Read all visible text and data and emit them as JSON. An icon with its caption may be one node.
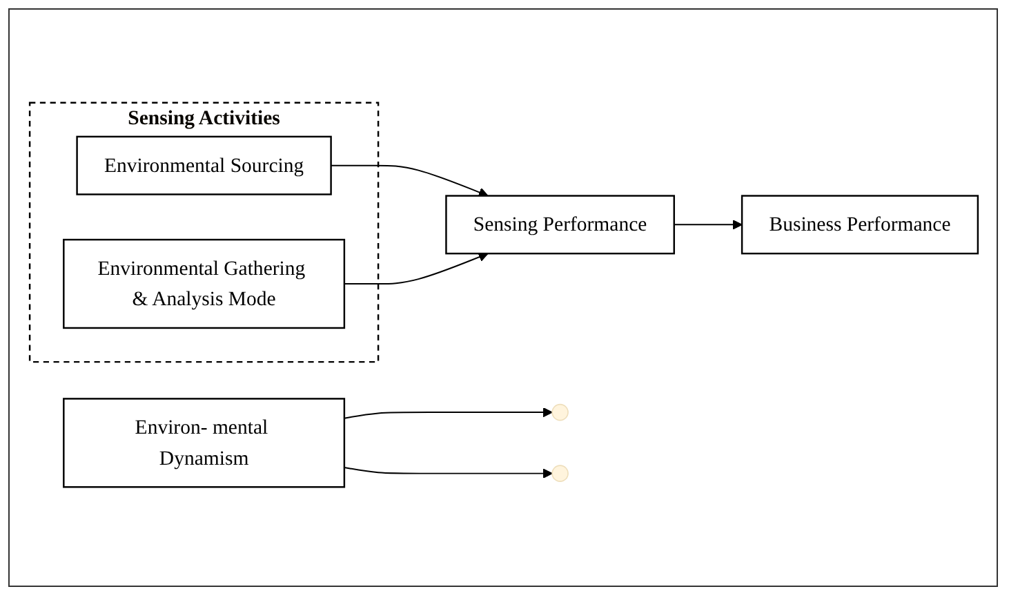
{
  "diagram": {
    "nodes": [
      {
        "text": [
          "Sensing Activities"
        ]
      },
      {
        "text": [
          "Environmental Sourcing"
        ],
        "in": 0
      },
      {
        "text": [
          "Environmental Gathering & Analysis Mode"
        ],
        "in": 0
      },
      {
        "text": [
          "Environ- mental Dynamism"
        ]
      },
      {
        "text": [
          "Sensing Performance"
        ]
      },
      {
        "text": [
          "Business Performance"
        ]
      }
    ],
    "edges": [
      {
        "from": 3,
        "to": null,
        "arrow": "to"
      },
      {
        "from": 3,
        "to": null,
        "arrow": "to"
      },
      {
        "from": 1,
        "to": 4,
        "arrow": "to"
      },
      {
        "from": 2,
        "to": 4,
        "arrow": "to"
      },
      {
        "from": 4,
        "to": 5,
        "arrow": "to"
      }
    ]
  }
}
